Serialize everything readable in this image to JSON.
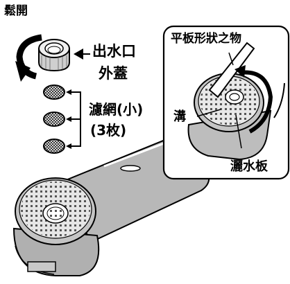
{
  "title": "鬆開",
  "labels": {
    "outlet_cover_line1": "出水口",
    "outlet_cover_line2": "外蓋",
    "filter_line1": "濾網(小)",
    "filter_line2": "(3枚)",
    "flat_tool": "平板形狀之物",
    "groove": "溝",
    "spray_plate": "灑水板"
  },
  "filter_count": 3
}
